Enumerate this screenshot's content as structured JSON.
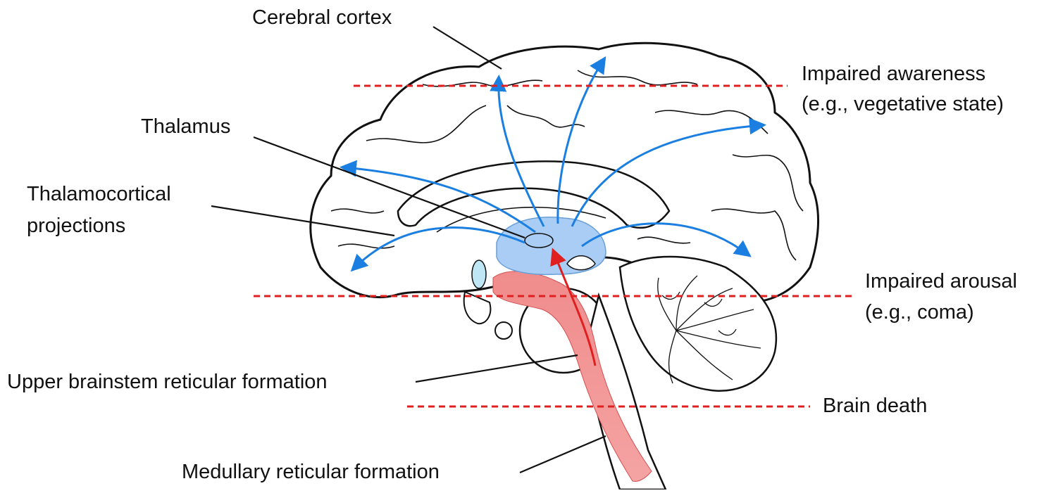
{
  "labels": {
    "cerebral_cortex": "Cerebral cortex",
    "thalamus": "Thalamus",
    "thalamocortical_line1": "Thalamocortical",
    "thalamocortical_line2": "projections",
    "upper_brainstem": "Upper brainstem reticular formation",
    "medullary": "Medullary reticular formation"
  },
  "levels": {
    "awareness_line1": "Impaired awareness",
    "awareness_line2": "(e.g., vegetative state)",
    "arousal_line1": "Impaired arousal",
    "arousal_line2": "(e.g., coma)",
    "brain_death": "Brain death"
  },
  "colors": {
    "projection_arrow": "#1a7fe0",
    "thalamus_fill": "#a9cdf5",
    "reticular_fill": "#f08c8c",
    "ascending_arrow": "#e02020",
    "level_line": "#e02020",
    "outline": "#111111"
  }
}
